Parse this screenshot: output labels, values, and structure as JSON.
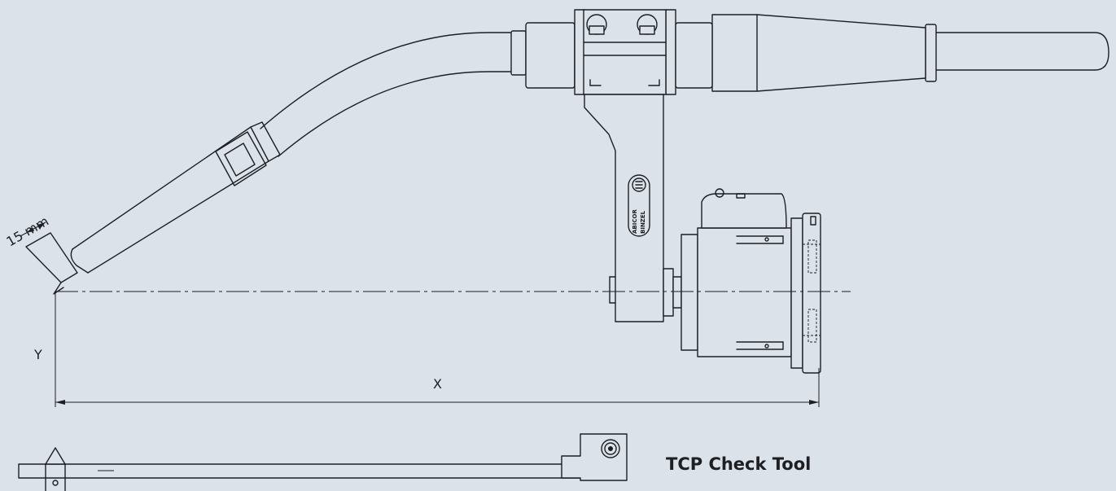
{
  "dimensions": {
    "nozzle_offset": "15 mm",
    "horizontal": "X",
    "vertical": "Y"
  },
  "logo": {
    "line1": "ABICOR",
    "line2": "BINZEL"
  },
  "caption": "TCP Check Tool"
}
